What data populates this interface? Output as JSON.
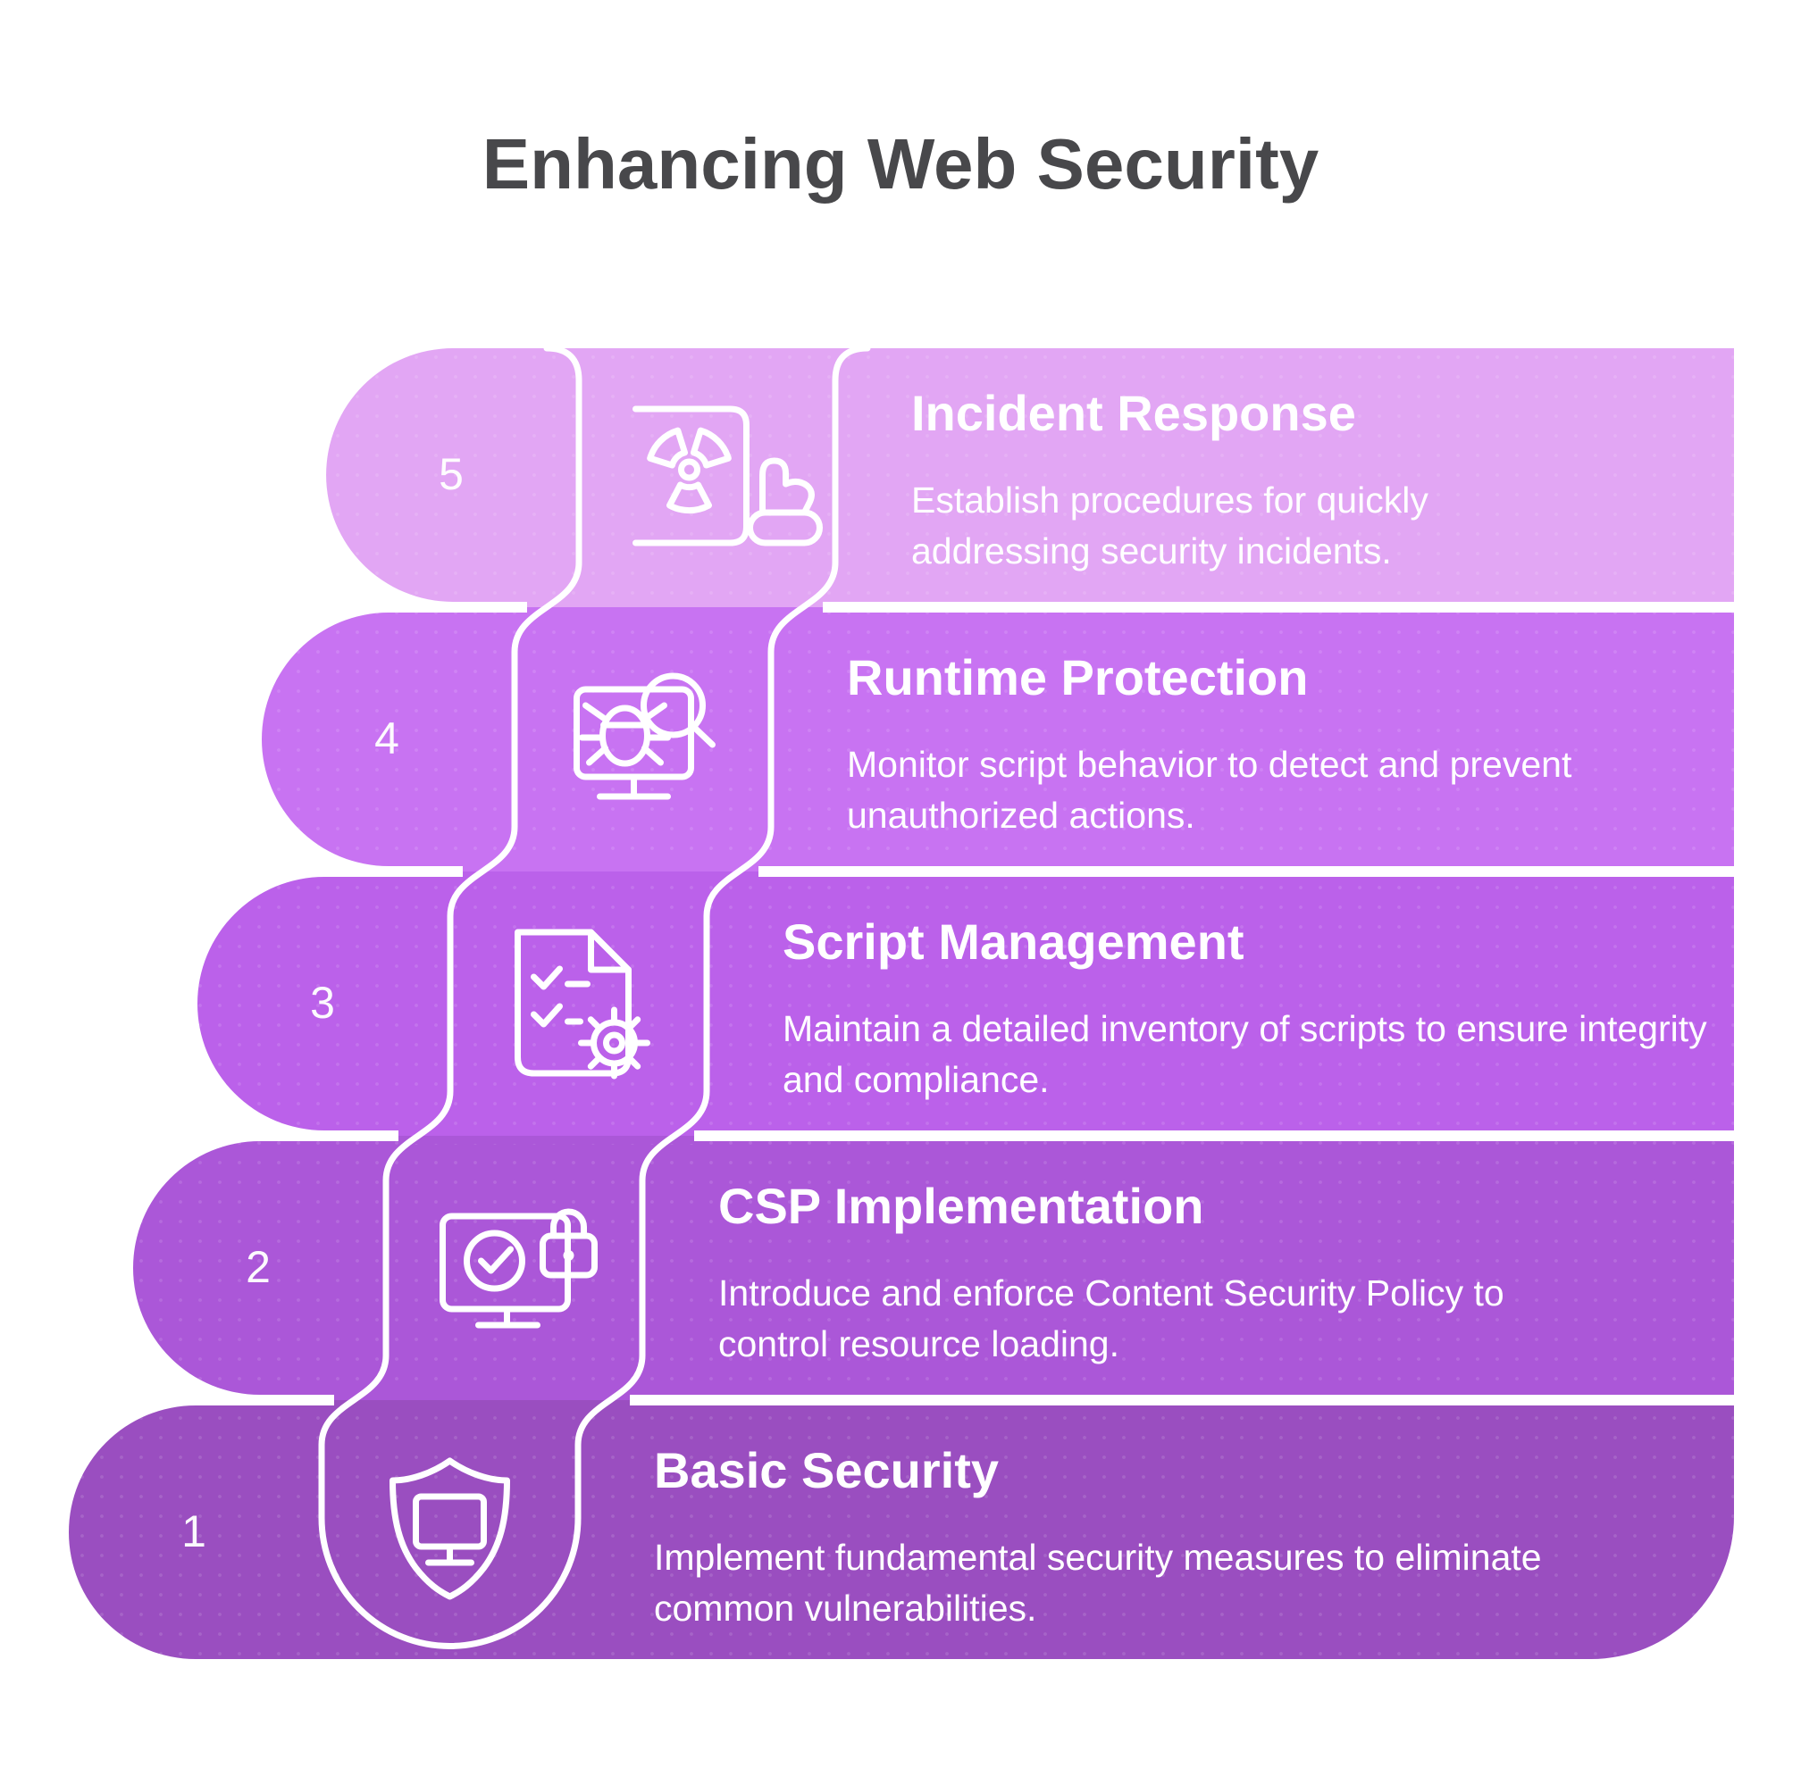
{
  "title": "Enhancing Web Security",
  "steps": [
    {
      "number": "5",
      "title": "Incident Response",
      "description": "Establish procedures for quickly addressing security incidents.",
      "color": "#E2A6F4",
      "icon": "incident-response-icon"
    },
    {
      "number": "4",
      "title": "Runtime Protection",
      "description": "Monitor script behavior to detect and prevent unauthorized actions.",
      "color": "#C873F2",
      "icon": "runtime-protection-icon"
    },
    {
      "number": "3",
      "title": "Script Management",
      "description": "Maintain a detailed inventory of scripts to ensure integrity and compliance.",
      "color": "#BB61EA",
      "icon": "script-management-icon"
    },
    {
      "number": "2",
      "title": "CSP Implementation",
      "description": "Introduce and enforce Content Security Policy to control resource loading.",
      "color": "#AB57D8",
      "icon": "csp-implementation-icon"
    },
    {
      "number": "1",
      "title": "Basic Security",
      "description": "Implement fundamental security measures to eliminate common vulnerabilities.",
      "color": "#9A4EC0",
      "icon": "basic-security-icon"
    }
  ],
  "colors": {
    "background": "#ffffff",
    "title_text": "#48484B",
    "step_text": "#ffffff",
    "ribbon": "#ffffff"
  }
}
